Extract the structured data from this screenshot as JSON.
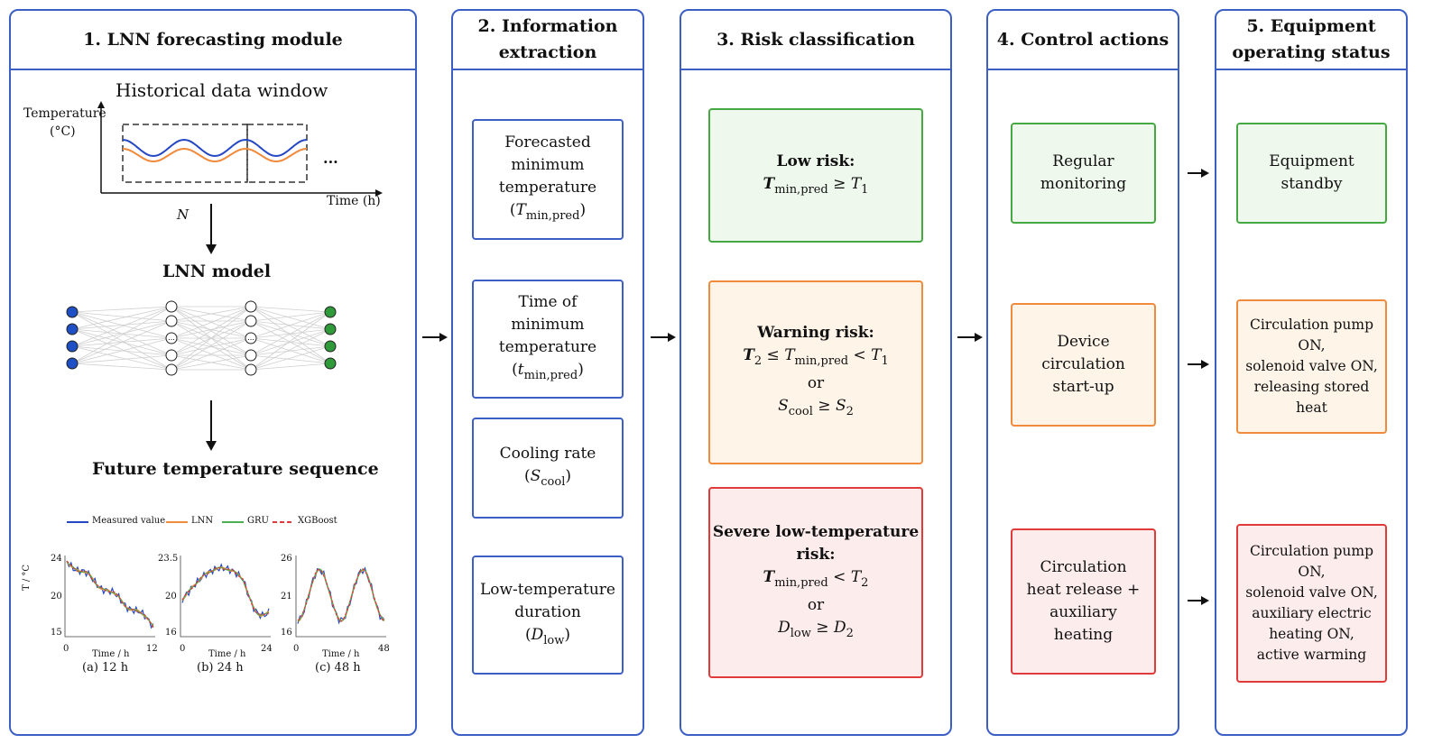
{
  "panels": {
    "p1": {
      "title": "1. LNN forecasting module"
    },
    "p2": {
      "title_line1": "2. Information",
      "title_line2": "extraction"
    },
    "p3": {
      "title": "3. Risk classification"
    },
    "p4": {
      "title": "4. Control actions"
    },
    "p5": {
      "title_line1": "5. Equipment",
      "title_line2": "operating status"
    }
  },
  "forecast": {
    "window_title": "Historical data window",
    "y_label_1": "Temperature",
    "y_label_2": "(°C)",
    "x_label": "Time (h)",
    "ellipsis": "...",
    "n_label": "N",
    "model_title": "LNN model",
    "future_title": "Future temperature sequence",
    "ellipsis_node": "...",
    "legend": [
      {
        "name": "Measured value",
        "color": "#2547c4"
      },
      {
        "name": "LNN",
        "color": "#f08a3c"
      },
      {
        "name": "GRU",
        "color": "#4caf50"
      },
      {
        "name": "XGBoost",
        "color": "#e03a3a"
      }
    ],
    "mini_charts": [
      {
        "y_top": "24",
        "y_mid": "20",
        "y_bot": "15",
        "x_start": "0",
        "x_end": "12",
        "x_label": "Time / h",
        "caption": "(a) 12 h"
      },
      {
        "y_top": "23.5",
        "y_mid": "20",
        "y_bot": "16",
        "x_start": "0",
        "x_end": "24",
        "x_label": "Time / h",
        "caption": "(b) 24 h"
      },
      {
        "y_top": "26",
        "y_mid": "21",
        "y_bot": "16",
        "x_start": "0",
        "x_end": "48",
        "x_label": "Time / h",
        "caption": "(c) 48 h"
      }
    ],
    "y_axis_label": "T / °C"
  },
  "info": {
    "b1": [
      "Forecasted",
      "minimum",
      "temperature"
    ],
    "b1_sym": "T",
    "b1_sub": "min,pred",
    "b2": [
      "Time of",
      "minimum",
      "temperature"
    ],
    "b2_sym": "t",
    "b2_sub": "min,pred",
    "b3": [
      "Cooling rate"
    ],
    "b3_sym": "S",
    "b3_sub": "cool",
    "b4": [
      "Low-temperature",
      "duration"
    ],
    "b4_sym": "D",
    "b4_sub": "low"
  },
  "risk": {
    "low_title": "Low risk:",
    "low_cond": "≥",
    "warn_title": "Warning risk:",
    "or": "or",
    "severe_title": "Severe low-temperature risk:",
    "T": "T",
    "min_pred": "min,pred",
    "one": "1",
    "two": "2",
    "S": "S",
    "cool": "cool",
    "D": "D",
    "low": "low",
    "le": "≤",
    "lt": "<",
    "ge": "≥"
  },
  "control": {
    "c1": [
      "Regular",
      "monitoring"
    ],
    "c2": [
      "Device",
      "circulation",
      "start-up"
    ],
    "c3": [
      "Circulation",
      "heat release +",
      "auxiliary",
      "heating"
    ]
  },
  "status": {
    "s1": [
      "Equipment",
      "standby"
    ],
    "s2": [
      "Circulation pump ON,",
      "solenoid valve ON,",
      "releasing stored heat"
    ],
    "s3": [
      "Circulation pump ON,",
      "solenoid valve ON,",
      "auxiliary electric",
      "heating ON,",
      "active warming"
    ]
  },
  "colors": {
    "panel_border": "#3b5fc4",
    "green": "#46a843",
    "orange": "#f08a3c",
    "red": "#e03a3a",
    "input_node": "#1f4fc4",
    "output_node": "#2e9a3a"
  }
}
